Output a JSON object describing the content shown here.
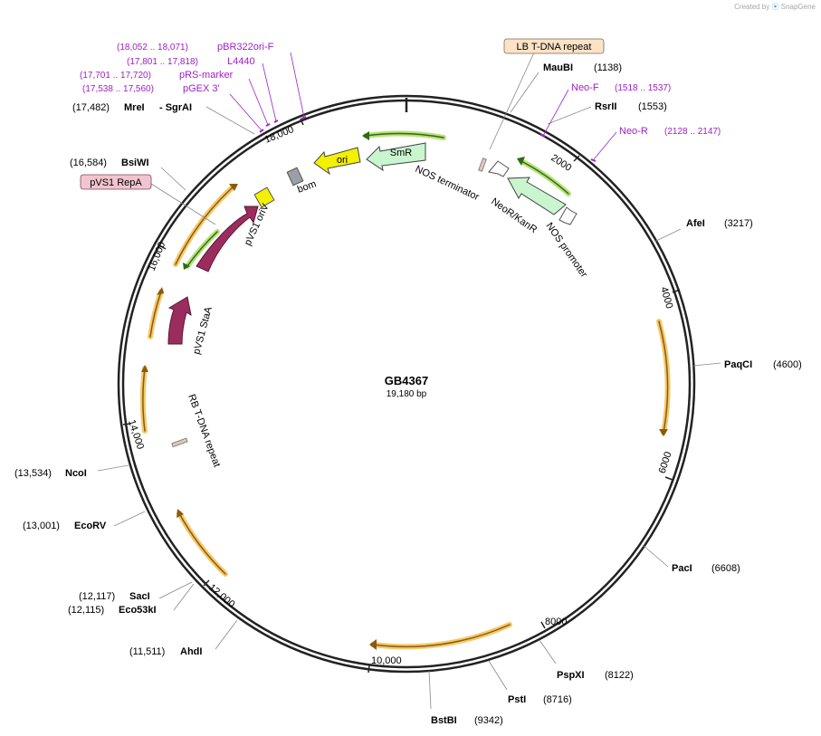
{
  "brand": {
    "prefix": "Created by",
    "name": "SnapGene",
    "icon": "snapgene-logo-icon"
  },
  "plasmid": {
    "name": "GB4367",
    "length_label": "19,180 bp",
    "length_bp": 19180
  },
  "colors": {
    "backbone": "#222222",
    "orange_highlight": "#f5c96a",
    "green_highlight": "#b8e07a",
    "enzyme_text": "#000000",
    "primer_text": "#a020c8",
    "smr_fill": "#c9f5cf",
    "rep_fill": "#9b2d5e",
    "ori_fill": "#f3f000",
    "bom_fill": "#9aa0a6",
    "lb_box_fill": "#fde3c6",
    "repa_box_fill": "#f2c4cf"
  },
  "ticks": [
    "2000",
    "4000",
    "6000",
    "8000",
    "10,000",
    "12,000",
    "14,000",
    "16,000",
    "18,000"
  ],
  "enzymes": [
    {
      "name": "MauBI",
      "pos": "(1138)"
    },
    {
      "name": "RsrII",
      "pos": "(1553)"
    },
    {
      "name": "AfeI",
      "pos": "(3217)"
    },
    {
      "name": "PaqCI",
      "pos": "(4600)"
    },
    {
      "name": "PacI",
      "pos": "(6608)"
    },
    {
      "name": "PspXI",
      "pos": "(8122)"
    },
    {
      "name": "PstI",
      "pos": "(8716)"
    },
    {
      "name": "BstBI",
      "pos": "(9342)"
    },
    {
      "name": "AhdI",
      "pos": "(11,511)"
    },
    {
      "name": "SacI",
      "pos": "(12,117)"
    },
    {
      "name": "Eco53kI",
      "pos": "(12,115)"
    },
    {
      "name": "EcoRV",
      "pos": "(13,001)"
    },
    {
      "name": "NcoI",
      "pos": "(13,534)"
    },
    {
      "name": "BsiWI",
      "pos": "(16,584)"
    },
    {
      "name": "MreI",
      "pos": "(17,482)"
    },
    {
      "name": "- SgrAI",
      "pos": ""
    }
  ],
  "primers": [
    {
      "name": "Neo-F",
      "pos": "(1518 .. 1537)"
    },
    {
      "name": "Neo-R",
      "pos": "(2128 .. 2147)"
    },
    {
      "name": "pBR322ori-F",
      "pos": "(18,052 .. 18,071)"
    },
    {
      "name": "L4440",
      "pos": "(17,801 .. 17,818)"
    },
    {
      "name": "pRS-marker",
      "pos": "(17,701 .. 17,720)"
    },
    {
      "name": "pGEX 3'",
      "pos": "(17,538 .. 17,560)"
    }
  ],
  "features": {
    "lb_repeat": "LB T-DNA repeat",
    "nos_terminator": "NOS terminator",
    "neor": "NeoR/KanR",
    "nos_promoter": "NOS promoter",
    "smr": "SmR",
    "ori": "ori",
    "bom": "bom",
    "pvs1_oriv": "pVS1 oriV",
    "pvs1_repa": "pVS1 RepA",
    "pvs1_staa": "pVS1 StaA",
    "rb_repeat": "RB T-DNA repeat"
  }
}
